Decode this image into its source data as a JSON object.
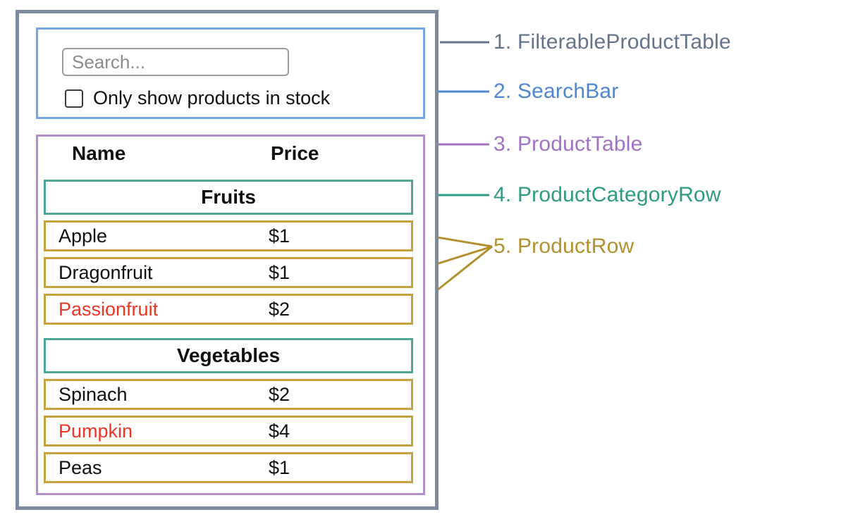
{
  "diagram": {
    "search_bar": {
      "input_placeholder": "Search...",
      "checkbox_label": "Only show products in stock",
      "checkbox_checked": false
    },
    "product_table": {
      "header": {
        "name": "Name",
        "price": "Price"
      },
      "sections": [
        {
          "category": "Fruits",
          "rows": [
            {
              "name": "Apple",
              "price": "$1",
              "out_of_stock": false
            },
            {
              "name": "Dragonfruit",
              "price": "$1",
              "out_of_stock": false
            },
            {
              "name": "Passionfruit",
              "price": "$2",
              "out_of_stock": true
            }
          ]
        },
        {
          "category": "Vegetables",
          "rows": [
            {
              "name": "Spinach",
              "price": "$2",
              "out_of_stock": false
            },
            {
              "name": "Pumpkin",
              "price": "$4",
              "out_of_stock": true
            },
            {
              "name": "Peas",
              "price": "$1",
              "out_of_stock": false
            }
          ]
        }
      ]
    }
  },
  "legend": {
    "items": [
      {
        "label": "1. FilterableProductTable",
        "color": "#64748b"
      },
      {
        "label": "2. SearchBar",
        "color": "#4e86cf"
      },
      {
        "label": "3. ProductTable",
        "color": "#a172c4"
      },
      {
        "label": "4. ProductCategoryRow",
        "color": "#2f9a83"
      },
      {
        "label": "5. ProductRow",
        "color": "#b2902d"
      }
    ]
  },
  "colors": {
    "filterable_product_table": "#7c8ba0",
    "search_bar": "#77a6e4",
    "product_table": "#b48fd0",
    "product_category_row": "#4da594",
    "product_row": "#c7a13e",
    "out_of_stock": "#ee3524",
    "input_border": "#9a9a9a",
    "placeholder": "#8b8b8b"
  }
}
